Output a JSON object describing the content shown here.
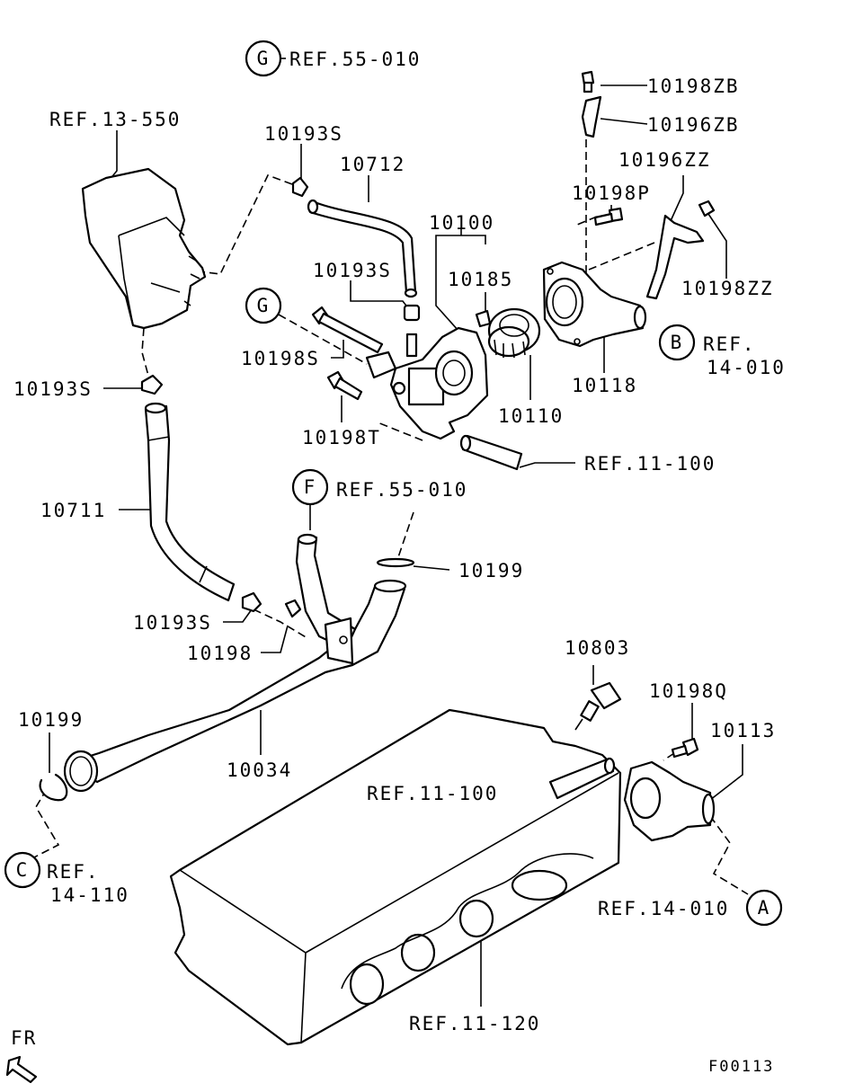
{
  "refs": {
    "g_top": "REF.55-010",
    "ref_13_550": "REF.13-550",
    "ref_b_line1": "REF.",
    "ref_b_line2": "14-010",
    "ref_11_100_upper": "REF.11-100",
    "ref_f": "REF.55-010",
    "ref_11_100_lower": "REF.11-100",
    "ref_c_line1": "REF.",
    "ref_c_line2": "14-110",
    "ref_a": "REF.14-010",
    "ref_11_120": "REF.11-120"
  },
  "circle_labels": {
    "g_top": "G",
    "g_mid": "G",
    "b": "B",
    "f": "F",
    "c": "C",
    "a": "A"
  },
  "part_numbers": {
    "p10198zb": "10198ZB",
    "p10196zb": "10196ZB",
    "p10196zz": "10196ZZ",
    "p10198p": "10198P",
    "p10198zz": "10198ZZ",
    "p10193s_top": "10193S",
    "p10712": "10712",
    "p10100": "10100",
    "p10193s_mid": "10193S",
    "p10185": "10185",
    "p10198s": "10198S",
    "p10118": "10118",
    "p10193s_left": "10193S",
    "p10110": "10110",
    "p10198t": "10198T",
    "p10711": "10711",
    "p10199_right": "10199",
    "p10193s_low": "10193S",
    "p10198": "10198",
    "p10803": "10803",
    "p10198q": "10198Q",
    "p10199_left": "10199",
    "p10113": "10113",
    "p10034": "10034"
  },
  "orientation_label": "FR",
  "figure_code": "F00113"
}
